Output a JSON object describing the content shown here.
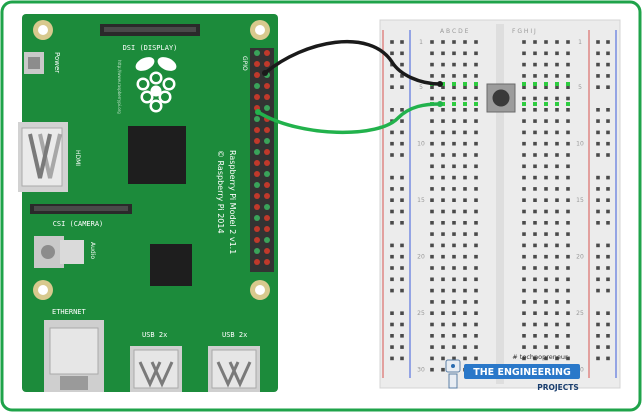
{
  "board": {
    "dsi_label": "DSI (DISPLAY)",
    "power_label": "Power",
    "hdmi_label": "HDMI",
    "csi_label": "CSI (CAMERA)",
    "audio_label": "Audio",
    "ethernet_label": "ETHERNET",
    "usb_label_1": "USB 2x",
    "usb_label_2": "USB 2x",
    "gpio_label": "GPIO",
    "model_line1": "Raspberry Pi Model 2 v1.1",
    "model_line2": "© Raspberry Pi 2014",
    "url_text": "http://www.raspberrypi.org"
  },
  "breadboard": {
    "col_letters_left": "A B C D E",
    "col_letters_right": "F G H I J",
    "row_numbers": [
      "1",
      "5",
      "10",
      "15",
      "20",
      "25",
      "30"
    ]
  },
  "watermark": {
    "tagline": "# technopreneur",
    "title": "THE ENGINEERING",
    "subtitle": "PROJECTS"
  },
  "colors": {
    "frame": "#1fa34a",
    "pcb": "#1c8b3b",
    "wire_black": "#1a1a1a",
    "wire_green": "#22b24c",
    "breadboard": "#ececec",
    "rail_red": "#d9534f",
    "rail_blue": "#3b5bdb"
  }
}
